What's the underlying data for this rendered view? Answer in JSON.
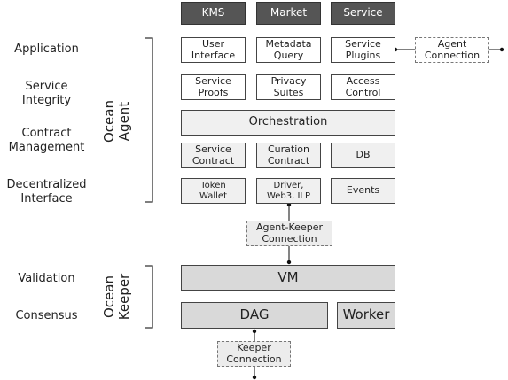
{
  "top_tabs": [
    "KMS",
    "Market",
    "Service"
  ],
  "layers": {
    "application": "Application",
    "service_integrity": "Service Integrity",
    "contract_management": "Contract\nManagement",
    "decentralized_interface": "Decentralized\nInterface",
    "validation": "Validation",
    "consensus": "Consensus"
  },
  "groups": {
    "agent": "Ocean\nAgent",
    "keeper": "Ocean\nKeeper"
  },
  "agent": {
    "row1": [
      "User\nInterface",
      "Metadata\nQuery",
      "Service\nPlugins"
    ],
    "agent_connection": "Agent\nConnection",
    "row2": [
      "Service\nProofs",
      "Privacy\nSuites",
      "Access\nControl"
    ],
    "orchestration": "Orchestration",
    "row4": [
      "Service\nContract",
      "Curation\nContract",
      "DB"
    ],
    "row5": [
      "Token\nWallet",
      "Driver,\nWeb3, ILP",
      "Events"
    ]
  },
  "agent_keeper_connection": "Agent-Keeper\nConnection",
  "keeper": {
    "vm": "VM",
    "dag": "DAG",
    "worker": "Worker"
  },
  "keeper_connection": "Keeper\nConnection"
}
